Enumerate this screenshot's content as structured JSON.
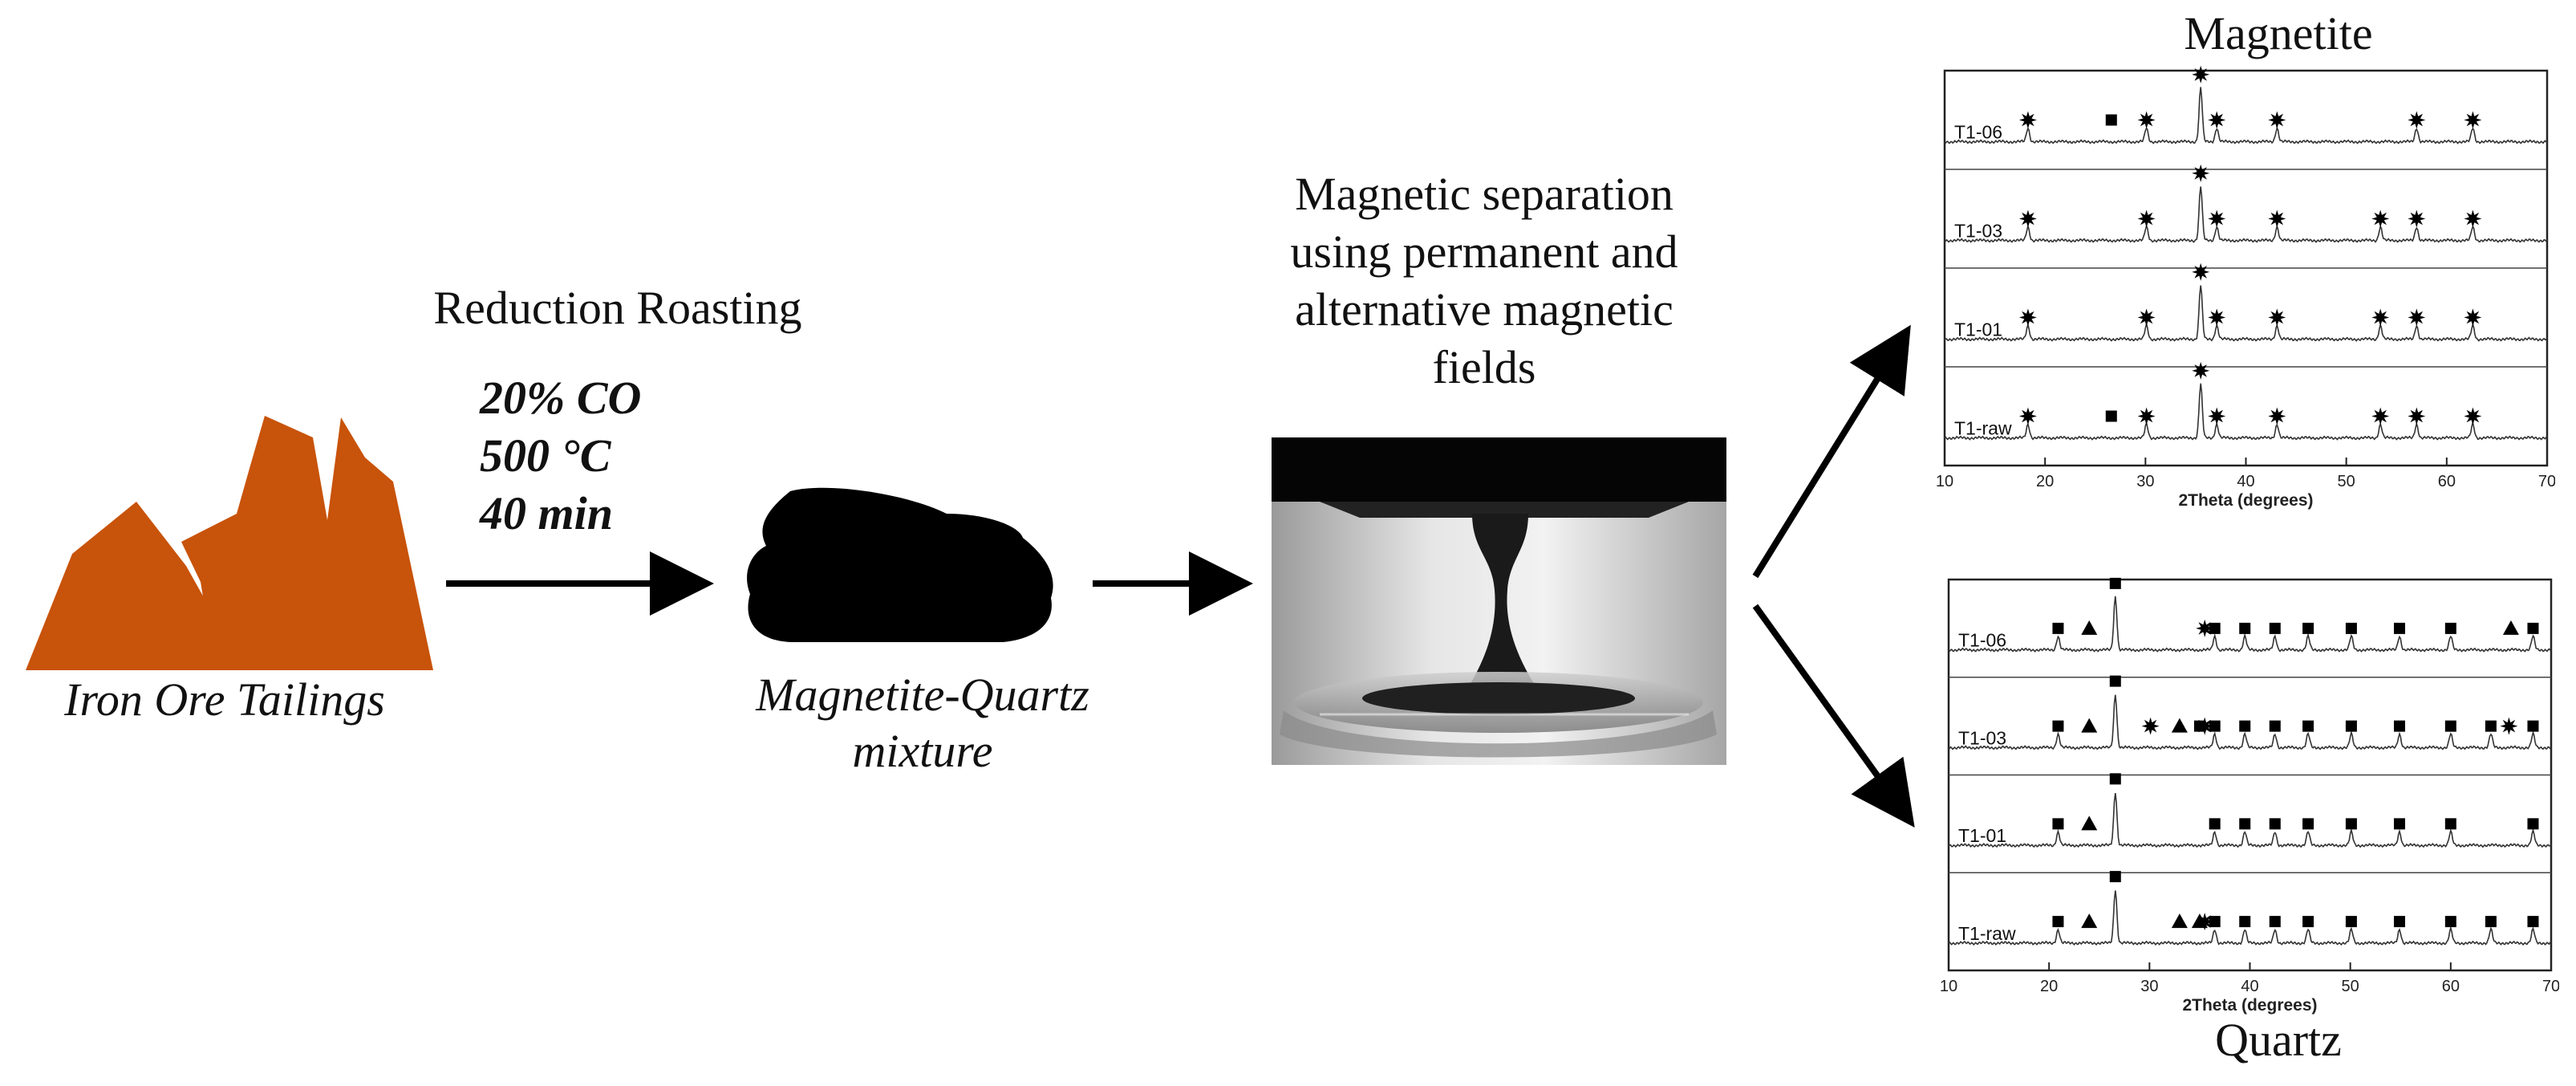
{
  "labels": {
    "tailings": "Iron Ore Tailings",
    "roasting_title": "Reduction Roasting",
    "conditions": [
      "20% CO",
      "500 °C",
      "40 min"
    ],
    "mixture_line1": "Magnetite-Quartz",
    "mixture_line2": "mixture",
    "separation_lines": [
      "Magnetic separation",
      "using permanent and",
      "alternative magnetic",
      "fields"
    ],
    "magnetite_title": "Magnetite",
    "quartz_title": "Quartz"
  },
  "colors": {
    "ore": "#c8530a",
    "mixture": "#000000",
    "arrow": "#000000",
    "trace": "#333333"
  },
  "chart_data": [
    {
      "type": "line",
      "title": "Magnetite",
      "xlabel": "2Theta (degrees)",
      "xlim": [
        10,
        70
      ],
      "x_ticks": [
        10,
        20,
        30,
        40,
        50,
        60,
        70
      ],
      "series": [
        {
          "name": "T1-06",
          "peaks": [
            18.3,
            30.1,
            35.5,
            37.1,
            43.1,
            57.0,
            62.6
          ],
          "markers": [
            {
              "x": 18.3,
              "symbol": "star"
            },
            {
              "x": 26.6,
              "symbol": "square"
            },
            {
              "x": 30.1,
              "symbol": "star"
            },
            {
              "x": 35.5,
              "symbol": "star"
            },
            {
              "x": 37.1,
              "symbol": "star"
            },
            {
              "x": 43.1,
              "symbol": "star"
            },
            {
              "x": 57.0,
              "symbol": "star"
            },
            {
              "x": 62.6,
              "symbol": "star"
            }
          ]
        },
        {
          "name": "T1-03",
          "peaks": [
            18.3,
            30.1,
            35.5,
            37.1,
            43.1,
            53.4,
            57.0,
            62.6
          ],
          "markers": [
            {
              "x": 18.3,
              "symbol": "star"
            },
            {
              "x": 30.1,
              "symbol": "star"
            },
            {
              "x": 35.5,
              "symbol": "star"
            },
            {
              "x": 37.1,
              "symbol": "star"
            },
            {
              "x": 43.1,
              "symbol": "star"
            },
            {
              "x": 53.4,
              "symbol": "star"
            },
            {
              "x": 57.0,
              "symbol": "star"
            },
            {
              "x": 62.6,
              "symbol": "star"
            }
          ]
        },
        {
          "name": "T1-01",
          "peaks": [
            18.3,
            30.1,
            35.5,
            37.1,
            43.1,
            53.4,
            57.0,
            62.6
          ],
          "markers": [
            {
              "x": 18.3,
              "symbol": "star"
            },
            {
              "x": 30.1,
              "symbol": "star"
            },
            {
              "x": 35.5,
              "symbol": "star"
            },
            {
              "x": 37.1,
              "symbol": "star"
            },
            {
              "x": 43.1,
              "symbol": "star"
            },
            {
              "x": 53.4,
              "symbol": "star"
            },
            {
              "x": 57.0,
              "symbol": "star"
            },
            {
              "x": 62.6,
              "symbol": "star"
            }
          ]
        },
        {
          "name": "T1-raw",
          "peaks": [
            18.3,
            30.1,
            35.5,
            37.1,
            43.1,
            53.4,
            57.0,
            62.6
          ],
          "markers": [
            {
              "x": 18.3,
              "symbol": "star"
            },
            {
              "x": 26.6,
              "symbol": "square"
            },
            {
              "x": 30.1,
              "symbol": "star"
            },
            {
              "x": 35.5,
              "symbol": "star"
            },
            {
              "x": 37.1,
              "symbol": "star"
            },
            {
              "x": 43.1,
              "symbol": "star"
            },
            {
              "x": 53.4,
              "symbol": "star"
            },
            {
              "x": 57.0,
              "symbol": "star"
            },
            {
              "x": 62.6,
              "symbol": "star"
            }
          ]
        }
      ]
    },
    {
      "type": "line",
      "title": "Quartz",
      "xlabel": "2Theta (degrees)",
      "xlim": [
        10,
        70
      ],
      "x_ticks": [
        10,
        20,
        30,
        40,
        50,
        60,
        70
      ],
      "series": [
        {
          "name": "T1-06",
          "peaks": [
            20.9,
            26.6,
            36.5,
            39.5,
            42.5,
            45.8,
            50.1,
            54.9,
            60.0,
            68.2
          ],
          "markers": [
            {
              "x": 20.9,
              "symbol": "square"
            },
            {
              "x": 24.0,
              "symbol": "triangle"
            },
            {
              "x": 26.6,
              "symbol": "square"
            },
            {
              "x": 35.5,
              "symbol": "star"
            },
            {
              "x": 36.5,
              "symbol": "square"
            },
            {
              "x": 39.5,
              "symbol": "square"
            },
            {
              "x": 42.5,
              "symbol": "square"
            },
            {
              "x": 45.8,
              "symbol": "square"
            },
            {
              "x": 50.1,
              "symbol": "square"
            },
            {
              "x": 54.9,
              "symbol": "square"
            },
            {
              "x": 60.0,
              "symbol": "square"
            },
            {
              "x": 66.0,
              "symbol": "triangle"
            },
            {
              "x": 68.2,
              "symbol": "square"
            }
          ]
        },
        {
          "name": "T1-03",
          "peaks": [
            20.9,
            26.6,
            36.5,
            39.5,
            42.5,
            45.8,
            50.1,
            54.9,
            60.0,
            64.0,
            68.2
          ],
          "markers": [
            {
              "x": 20.9,
              "symbol": "square"
            },
            {
              "x": 24.0,
              "symbol": "triangle"
            },
            {
              "x": 26.6,
              "symbol": "square"
            },
            {
              "x": 30.1,
              "symbol": "star"
            },
            {
              "x": 33.0,
              "symbol": "triangle"
            },
            {
              "x": 35.0,
              "symbol": "square"
            },
            {
              "x": 35.5,
              "symbol": "star"
            },
            {
              "x": 36.5,
              "symbol": "square"
            },
            {
              "x": 39.5,
              "symbol": "square"
            },
            {
              "x": 42.5,
              "symbol": "square"
            },
            {
              "x": 45.8,
              "symbol": "square"
            },
            {
              "x": 50.1,
              "symbol": "square"
            },
            {
              "x": 54.9,
              "symbol": "square"
            },
            {
              "x": 60.0,
              "symbol": "square"
            },
            {
              "x": 64.0,
              "symbol": "square"
            },
            {
              "x": 65.8,
              "symbol": "star"
            },
            {
              "x": 68.2,
              "symbol": "square"
            }
          ]
        },
        {
          "name": "T1-01",
          "peaks": [
            20.9,
            26.6,
            36.5,
            39.5,
            42.5,
            45.8,
            50.1,
            54.9,
            60.0,
            68.2
          ],
          "markers": [
            {
              "x": 20.9,
              "symbol": "square"
            },
            {
              "x": 24.0,
              "symbol": "triangle"
            },
            {
              "x": 26.6,
              "symbol": "square"
            },
            {
              "x": 36.5,
              "symbol": "square"
            },
            {
              "x": 39.5,
              "symbol": "square"
            },
            {
              "x": 42.5,
              "symbol": "square"
            },
            {
              "x": 45.8,
              "symbol": "square"
            },
            {
              "x": 50.1,
              "symbol": "square"
            },
            {
              "x": 54.9,
              "symbol": "square"
            },
            {
              "x": 60.0,
              "symbol": "square"
            },
            {
              "x": 68.2,
              "symbol": "square"
            }
          ]
        },
        {
          "name": "T1-raw",
          "peaks": [
            20.9,
            26.6,
            36.5,
            39.5,
            42.5,
            45.8,
            50.1,
            54.9,
            60.0,
            64.0,
            68.2
          ],
          "markers": [
            {
              "x": 20.9,
              "symbol": "square"
            },
            {
              "x": 24.0,
              "symbol": "triangle"
            },
            {
              "x": 26.6,
              "symbol": "square"
            },
            {
              "x": 33.0,
              "symbol": "triangle"
            },
            {
              "x": 35.0,
              "symbol": "triangle"
            },
            {
              "x": 35.5,
              "symbol": "star"
            },
            {
              "x": 36.5,
              "symbol": "square"
            },
            {
              "x": 39.5,
              "symbol": "square"
            },
            {
              "x": 42.5,
              "symbol": "square"
            },
            {
              "x": 45.8,
              "symbol": "square"
            },
            {
              "x": 50.1,
              "symbol": "square"
            },
            {
              "x": 54.9,
              "symbol": "square"
            },
            {
              "x": 60.0,
              "symbol": "square"
            },
            {
              "x": 64.0,
              "symbol": "square"
            },
            {
              "x": 68.2,
              "symbol": "square"
            }
          ]
        }
      ]
    }
  ]
}
